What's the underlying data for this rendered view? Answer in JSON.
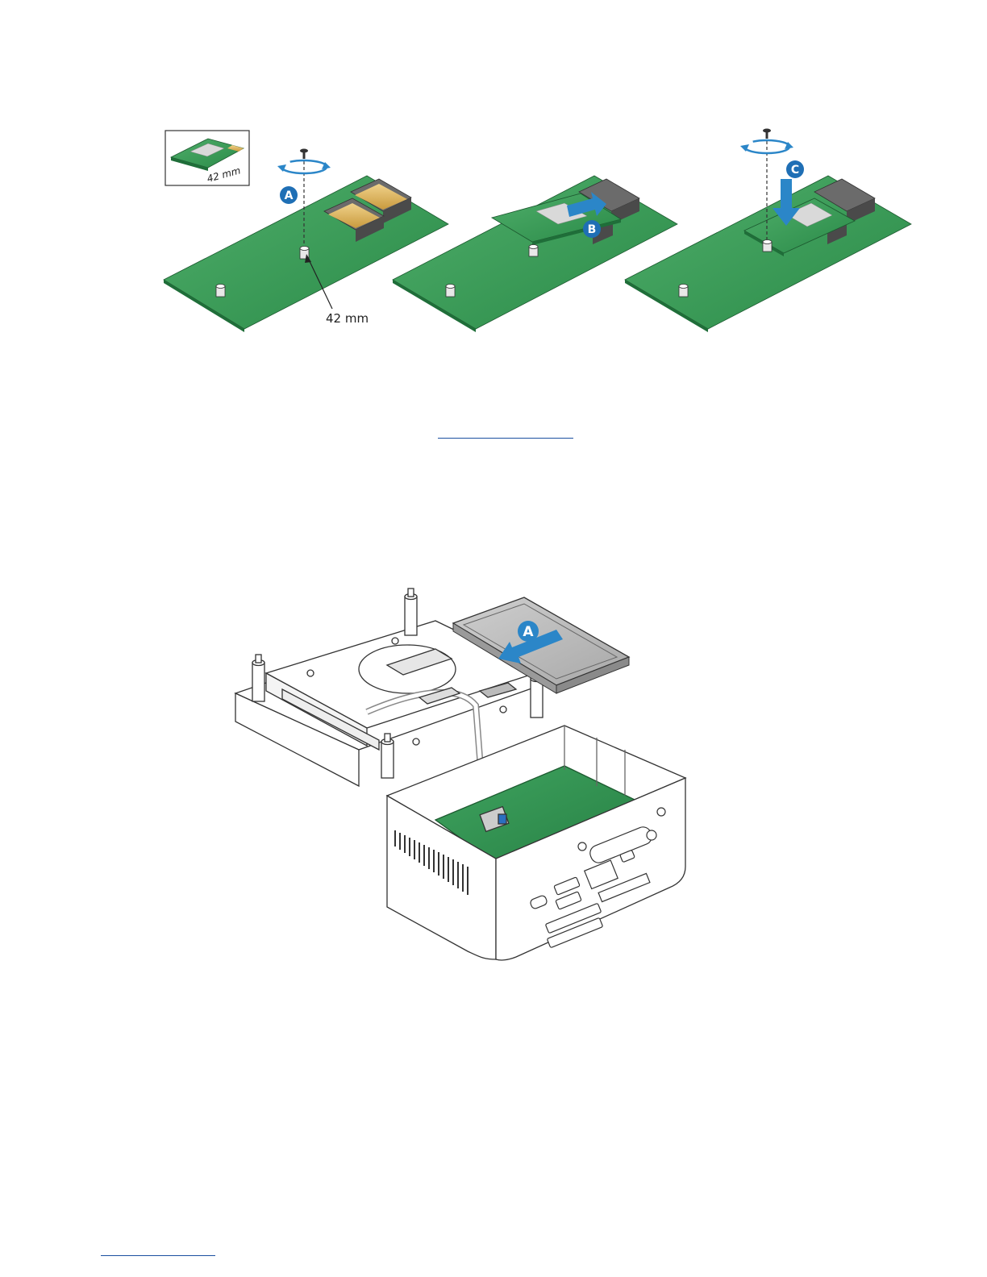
{
  "figure_m2": {
    "inset_label": "42 mm",
    "pointer_label": "42 mm",
    "step_a": "A",
    "step_b": "B",
    "step_c": "C"
  },
  "figure_case": {
    "step_a": "A"
  },
  "colors": {
    "board_green": "#2f9b52",
    "step_blue": "#1f6fb5",
    "arrow_blue": "#2b86c8",
    "link_blue": "#1a4fa0",
    "connector_gold": "#d9b25a"
  }
}
